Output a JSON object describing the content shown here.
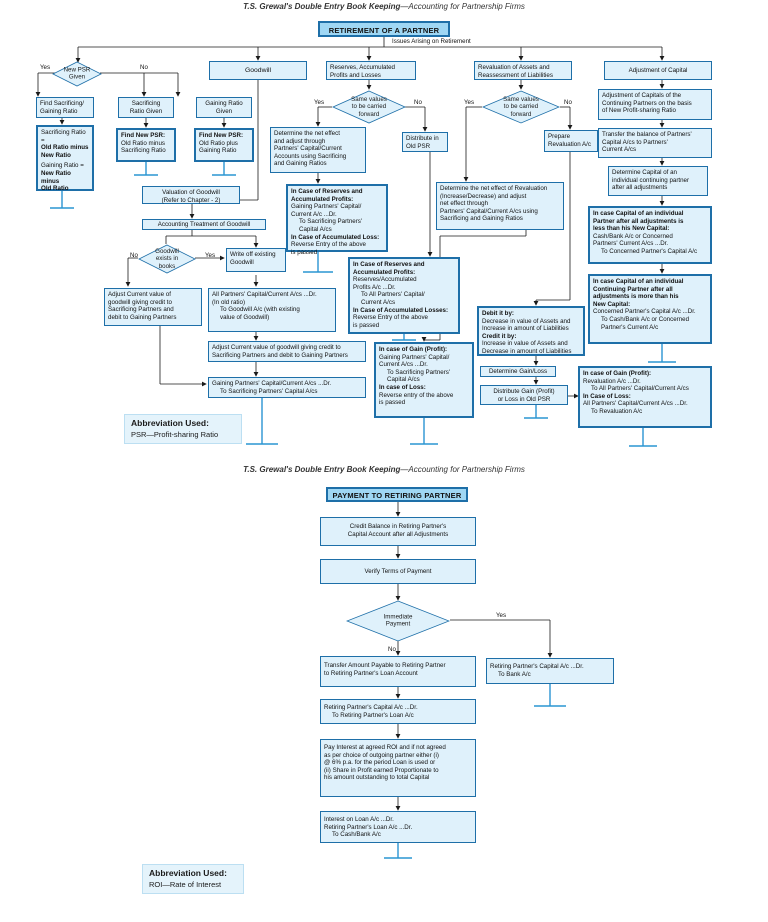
{
  "header_top": {
    "book": "T.S. Grewal's Double Entry Book Keeping",
    "sep": "—",
    "subtitle": "Accounting for Partnership Firms"
  },
  "header_bottom": {
    "book": "T.S. Grewal's Double Entry Book Keeping",
    "sep": "—",
    "subtitle": "Accounting for Partnership Firms"
  },
  "retirement": {
    "title": "RETIREMENT OF A PARTNER",
    "issues": "Issues Arising on Retirement",
    "new_psr": "New PSR\nGiven",
    "yes": "Yes",
    "no": "No",
    "find_ratio": "Find Sacrificing/\nGaining Ratio",
    "ratio_rules": [
      "Sacrificing Ratio =",
      "Old Ratio minus",
      "New Ratio",
      "Gaining Ratio =",
      "New Ratio minus",
      "Old Ratio"
    ],
    "sac_given": "Sacrificing\nRatio Given",
    "sac_given_rule": [
      "Find New PSR:",
      "Old Ratio minus",
      "Sacrificing Ratio"
    ],
    "gain_given": "Gaining Ratio\nGiven",
    "gain_given_rule": [
      "Find New PSR:",
      "Old Ratio plus",
      "Gaining Ratio"
    ],
    "goodwill": "Goodwill",
    "valuation": "Valuation of Goodwill\n(Refer to Chapter - 2)",
    "acct_treatment": "Accounting Treatment of Goodwill",
    "gw_books": "Goodwill\nexists in\nbooks",
    "write_off": "Write off existing\nGoodwill",
    "adjust_current": "Adjust Current value of\ngoodwill giving credit to\nSacrificing Partners and\ndebit to Gaining Partners",
    "write_off_entry": [
      "All Partners' Capital/Current A/cs ...Dr.",
      "(In old ratio)",
      "To Goodwill A/c (with existing",
      "value of Goodwill)"
    ],
    "adjust_current2": "Adjust Current value of goodwill giving credit to\nSacrificing Partners and debit to Gaining Partners",
    "gaining_entry": [
      "Gaining Partners' Capital/Current A/cs ...Dr.",
      "To Sacrificing Partners' Capital A/cs"
    ],
    "reserves": "Reserves, Accumulated\nProfits and Losses",
    "same_values": "Same values\nto be carried\nforward",
    "determine_net": "Determine the net effect\nand adjust through\nPartners' Capital/Current\nAccounts using Sacrificing\nand Gaining Ratios",
    "reserves_case": [
      "In Case of Reserves and",
      "Accumulated Profits:",
      "Gaining Partners' Capital/",
      "Current A/c ...Dr.",
      "To Sacrificing Partners' Capital A/cs",
      "In Case of Accumulated Loss:",
      "Reverse Entry of the above",
      "is passed"
    ],
    "distribute_old": "Distribute in\nOld PSR",
    "distribute_case": [
      "In Case of Reserves and",
      "Accumulated Profits:",
      "Reserves/Accumulated",
      "Profits A/c ...Dr.",
      "To All Partners' Capital/",
      "Current A/cs",
      "In Case of Accumulated Losses:",
      "Reverse Entry of the above",
      "is passed"
    ],
    "revaluation": "Revaluation of Assets and\nReassessment of Liabilities",
    "same_values2": "Same values\nto be carried\nforward",
    "prepare_reval": "Prepare\nRevaluation A/c",
    "determine_reval": "Determine the net effect of Revaluation\n(Increase/Decrease) and adjust\nnet effect through\nPartners' Capital/Current A/cs using\nSacrificing and Gaining Ratios",
    "debit_credit": [
      "Debit it by:",
      "Decrease in value of Assets and",
      "Increase in amount of Liabilities",
      "Credit it by:",
      "Increase in value of Assets and",
      "Decrease in amount of Liabilities"
    ],
    "gain_case_left": [
      "In case of Gain (Profit):",
      "Gaining Partners' Capital/",
      "Current A/cs ...Dr.",
      "To Sacrificing Partners'",
      "Capital A/cs",
      "In case of Loss:",
      "Reverse entry of the above",
      "is passed"
    ],
    "determine_gain": "Determine Gain/Loss",
    "distribute_gain": "Distribute Gain (Profit)\nor Loss in Old PSR",
    "gain_case_right": [
      "In case of Gain (Profit):",
      "Revaluation A/c ...Dr.",
      "To All Partners' Capital/Current A/cs",
      "In Case of Loss:",
      "All Partners' Capital/Current A/cs ...Dr.",
      "To Revaluation A/c"
    ],
    "adj_capital": "Adjustment of Capital",
    "adj_capitals": "Adjustment of Capitals of the\nContinuing Partners on the basis\nof New Profit-sharing Ratio",
    "transfer_balance": "Transfer the balance of Partners'\nCapital A/cs to Partners'\nCurrent A/cs",
    "determine_capital": "Determine Capital of an\nindividual continuing partner\nafter all adjustments",
    "less_case": [
      "In case Capital of an individual",
      "Partner after all adjustments is",
      "less than his New Capital:",
      "Cash/Bank A/c or Concerned",
      "Partners' Current A/cs ...Dr.",
      "To Concerned Partner's Capital A/c"
    ],
    "more_case": [
      "In case Capital of an individual",
      "Continuing Partner after all",
      "adjustments is more than his",
      "New Capital:",
      "Concerned Partner's Capital A/c ...Dr.",
      "To Cash/Bank A/c or Concerned",
      "Partner's Current A/c"
    ],
    "abbr_title": "Abbreviation Used:",
    "abbr_text": "PSR—Profit-sharing Ratio"
  },
  "payment": {
    "title": "PAYMENT TO RETIRING PARTNER",
    "credit_balance": "Credit Balance in Retiring Partner's\nCapital Account after all Adjustments",
    "verify": "Verify Terms of Payment",
    "immediate": "Immediate\nPayment",
    "yes": "Yes",
    "no": "No",
    "bank_entry": [
      "Retiring Partner's Capital A/c ...Dr.",
      "To Bank A/c"
    ],
    "transfer_loan": "Transfer Amount Payable to Retiring Partner\nto Retiring Partner's Loan Account",
    "loan_entry": [
      "Retiring Partner's Capital A/c ...Dr.",
      "To Retiring Partner's Loan A/c"
    ],
    "pay_interest": "Pay Interest at agreed ROI and if not agreed\nas per choice of outgoing partner either (i)\n@ 6% p.a. for the period Loan is used or\n(ii) Share in Profit earned Proportionate to\nhis amount outstanding to total Capital",
    "interest_entry": [
      "Interest on Loan A/c ...Dr.",
      "Retiring Partner's Loan A/c ...Dr.",
      "To Cash/Bank A/c"
    ],
    "abbr_title": "Abbreviation Used:",
    "abbr_text": "ROI—Rate of Interest"
  },
  "colors": {
    "box_light": "#dff1fb",
    "box_dark": "#9fd7f4",
    "line": "#1e6fa8"
  }
}
